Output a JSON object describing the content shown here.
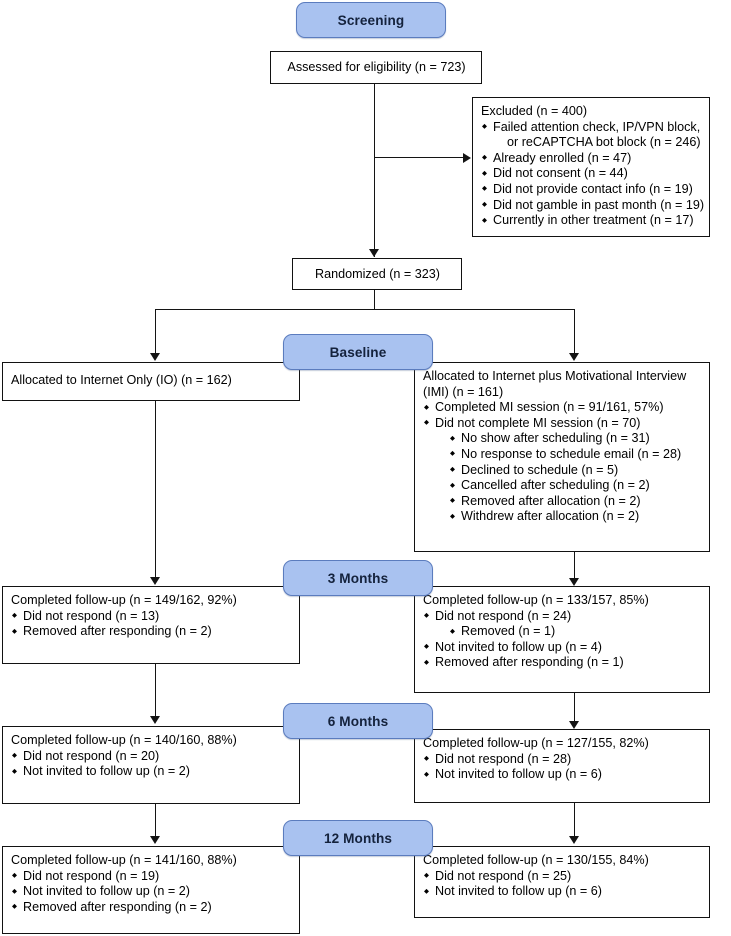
{
  "diagram": {
    "title": "CONSORT participant flow diagram",
    "accent_color": "#a9c2f0",
    "accent_border_color": "#5b7cbe",
    "line_color": "#141414",
    "bullet_glyph": "diamond-bullet"
  },
  "stages": {
    "screening": "Screening",
    "baseline": "Baseline",
    "months_3": "3 Months",
    "months_6": "6 Months",
    "months_12": "12 Months"
  },
  "nodes": {
    "assessed": {
      "header": "Assessed for eligibility (n = 723)"
    },
    "excluded": {
      "header": "Excluded (n = 400)",
      "items": [
        "Failed attention check, IP/VPN block,",
        "or reCAPTCHA bot block (n = 246)",
        "Already enrolled (n = 47)",
        "Did not consent (n = 44)",
        "Did not provide contact info (n = 19)",
        "Did not gamble in past month (n = 19)",
        "Currently in other treatment (n = 17)"
      ]
    },
    "randomized": {
      "header": "Randomized (n = 323)"
    },
    "alloc_io": {
      "header": "Allocated to Internet Only (IO) (n = 162)"
    },
    "alloc_imi": {
      "header_line1": "Allocated to Internet plus Motivational Interview",
      "header_line2": "(IMI) (n = 161)",
      "items": [
        "Completed MI session (n = 91/161, 57%)",
        "Did not complete MI session (n = 70)",
        "No show after scheduling (n = 31)",
        "No response to schedule email (n = 28)",
        "Declined to schedule (n = 5)",
        "Cancelled after scheduling (n = 2)",
        "Removed after allocation (n = 2)",
        "Withdrew after allocation (n = 2)"
      ]
    },
    "io_3mo": {
      "header": "Completed follow-up (n = 149/162, 92%)",
      "items": [
        "Did not respond (n = 13)",
        "Removed after responding (n = 2)"
      ]
    },
    "imi_3mo": {
      "header": "Completed follow-up (n = 133/157, 85%)",
      "items": [
        "Did not respond (n = 24)",
        "Removed (n = 1)",
        "Not invited to follow up (n = 4)",
        "Removed after responding (n = 1)"
      ]
    },
    "io_6mo": {
      "header": "Completed follow-up (n = 140/160, 88%)",
      "items": [
        "Did not respond (n = 20)",
        "Not invited to follow up (n = 2)"
      ]
    },
    "imi_6mo": {
      "header": "Completed follow-up (n = 127/155, 82%)",
      "items": [
        "Did not respond (n = 28)",
        "Not invited to follow up (n = 6)"
      ]
    },
    "io_12mo": {
      "header": "Completed follow-up (n = 141/160, 88%)",
      "items": [
        "Did not respond (n = 19)",
        "Not invited to follow up (n = 2)",
        "Removed after responding (n = 2)"
      ]
    },
    "imi_12mo": {
      "header": "Completed follow-up (n = 130/155, 84%)",
      "items": [
        "Did not respond (n = 25)",
        "Not invited to follow up (n = 6)"
      ]
    }
  }
}
